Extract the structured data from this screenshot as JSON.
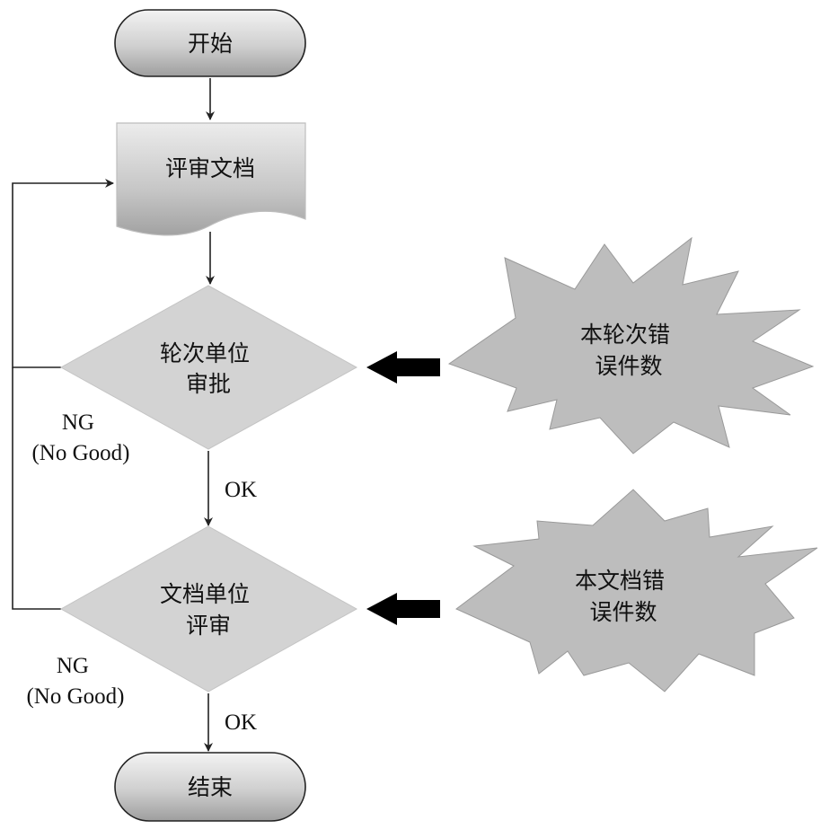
{
  "nodes": {
    "start": "开始",
    "review_doc": "评审文档",
    "round_approval": [
      "轮次单位",
      "审批"
    ],
    "doc_review": [
      "文档单位",
      "评审"
    ],
    "end": "结束"
  },
  "callouts": {
    "round_errors": [
      "本轮次错",
      "误件数"
    ],
    "doc_errors": [
      "本文档错",
      "误件数"
    ]
  },
  "edge_labels": {
    "ng1": [
      "NG",
      "(No Good)"
    ],
    "ok1": "OK",
    "ng2": [
      "NG",
      "(No Good)"
    ],
    "ok2": "OK"
  },
  "colors": {
    "shape_fill_light": "#e4e4e4",
    "shape_fill_dark": "#a8a8a8",
    "diamond_fill": "#d3d3d3",
    "burst_fill": "#bdbdbd",
    "line": "#222222",
    "arrow_block": "#000000"
  }
}
